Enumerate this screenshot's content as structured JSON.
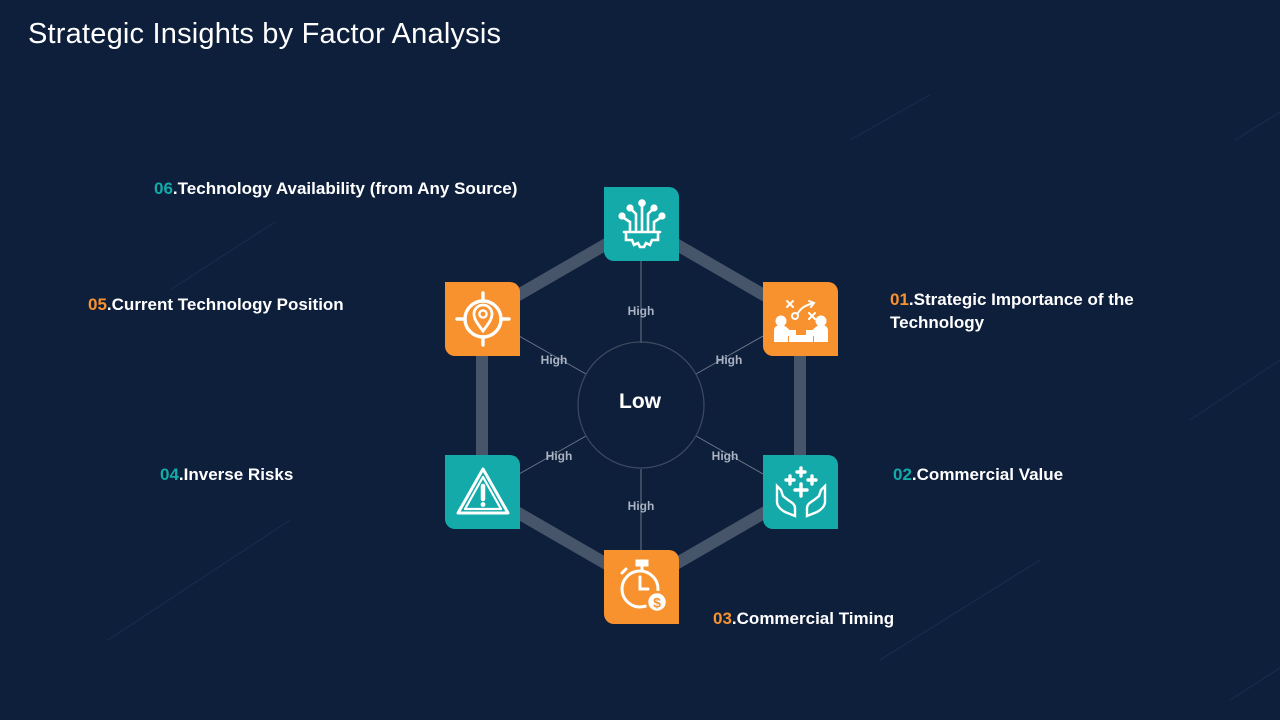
{
  "title": "Strategic Insights by Factor Analysis",
  "center": {
    "label": "Low"
  },
  "colors": {
    "background": "#0e1f3b",
    "teal": "#14aaa9",
    "orange": "#f7922f",
    "hexagon": "#47556b"
  },
  "factors": [
    {
      "num": "01",
      "text": "Strategic Importance of the Technology",
      "color": "#f7922f",
      "icon": "strategy-meeting-icon",
      "level": "High"
    },
    {
      "num": "02",
      "text": "Commercial Value",
      "color": "#14aaa9",
      "icon": "hands-plus-icon",
      "level": "High"
    },
    {
      "num": "03",
      "text": "Commercial Timing",
      "color": "#f7922f",
      "icon": "stopwatch-dollar-icon",
      "level": "High"
    },
    {
      "num": "04",
      "text": "Inverse Risks",
      "color": "#14aaa9",
      "icon": "warning-icon",
      "level": "High"
    },
    {
      "num": "05",
      "text": "Current Technology Position",
      "color": "#f7922f",
      "icon": "location-target-icon",
      "level": "High"
    },
    {
      "num": "06",
      "text": "Technology Availability (from Any Source)",
      "color": "#14aaa9",
      "icon": "circuit-gear-icon",
      "level": "High"
    }
  ]
}
